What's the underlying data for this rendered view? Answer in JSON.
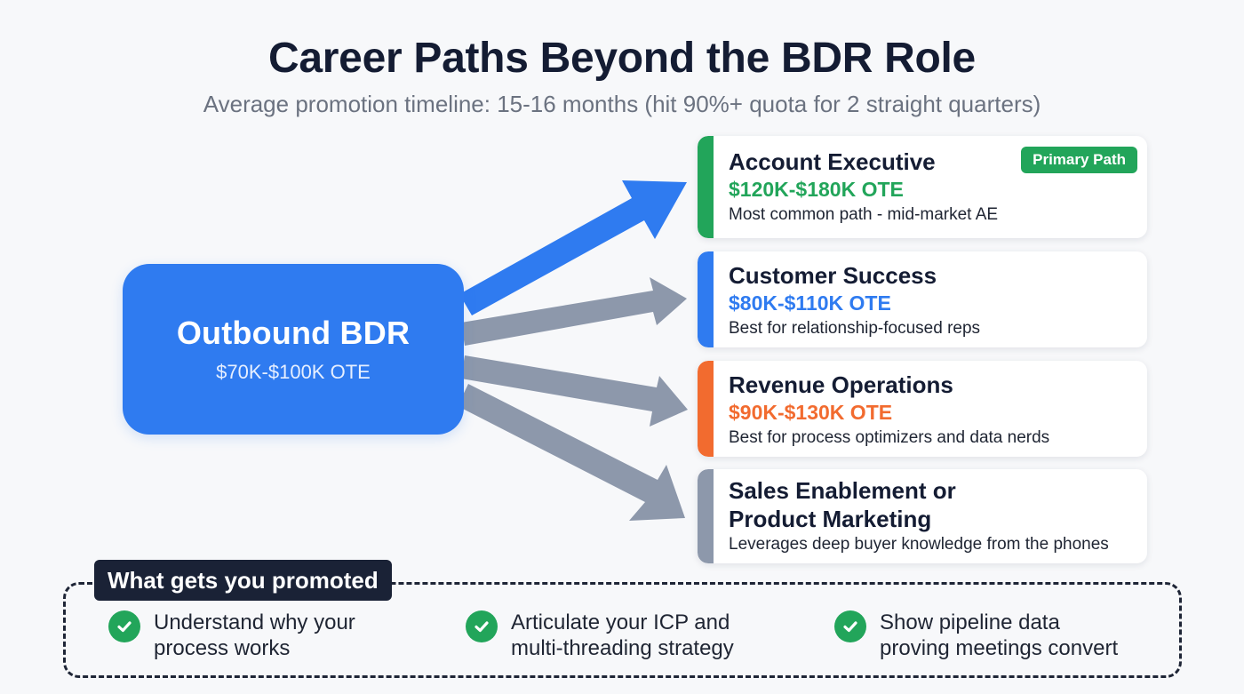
{
  "title": "Career Paths Beyond the BDR Role",
  "subtitle": "Average promotion timeline: 15-16 months (hit 90%+ quota for 2 straight quarters)",
  "source": {
    "title": "Outbound BDR",
    "salary": "$70K-$100K OTE",
    "color": "#2f7bf0"
  },
  "paths": [
    {
      "title_lines": [
        "Account Executive"
      ],
      "salary": "$120K-$180K OTE",
      "description": "Most common path - mid-market AE",
      "accent": "#22a55a",
      "salary_color": "#22a55a",
      "badge": "Primary Path",
      "arrow_color": "#2f7bf0"
    },
    {
      "title_lines": [
        "Customer Success"
      ],
      "salary": "$80K-$110K OTE",
      "description": "Best for relationship-focused reps",
      "accent": "#2f7bf0",
      "salary_color": "#2f7bf0",
      "arrow_color": "#8d98ab"
    },
    {
      "title_lines": [
        "Revenue Operations"
      ],
      "salary": "$90K-$130K OTE",
      "description": "Best for process optimizers and data nerds",
      "accent": "#f26b2f",
      "salary_color": "#f26b2f",
      "arrow_color": "#8d98ab"
    },
    {
      "title_lines": [
        "Sales Enablement or",
        "Product Marketing"
      ],
      "salary": "",
      "description": "Leverages deep buyer knowledge from the phones",
      "accent": "#8d98ab",
      "salary_color": "#8d98ab",
      "arrow_color": "#8d98ab"
    }
  ],
  "promotion": {
    "label": "What gets you promoted",
    "items": [
      [
        "Understand why your",
        "process works"
      ],
      [
        "Articulate your ICP and",
        "multi-threading strategy"
      ],
      [
        "Show pipeline data",
        "proving meetings convert"
      ]
    ],
    "check_color": "#22a55a"
  }
}
